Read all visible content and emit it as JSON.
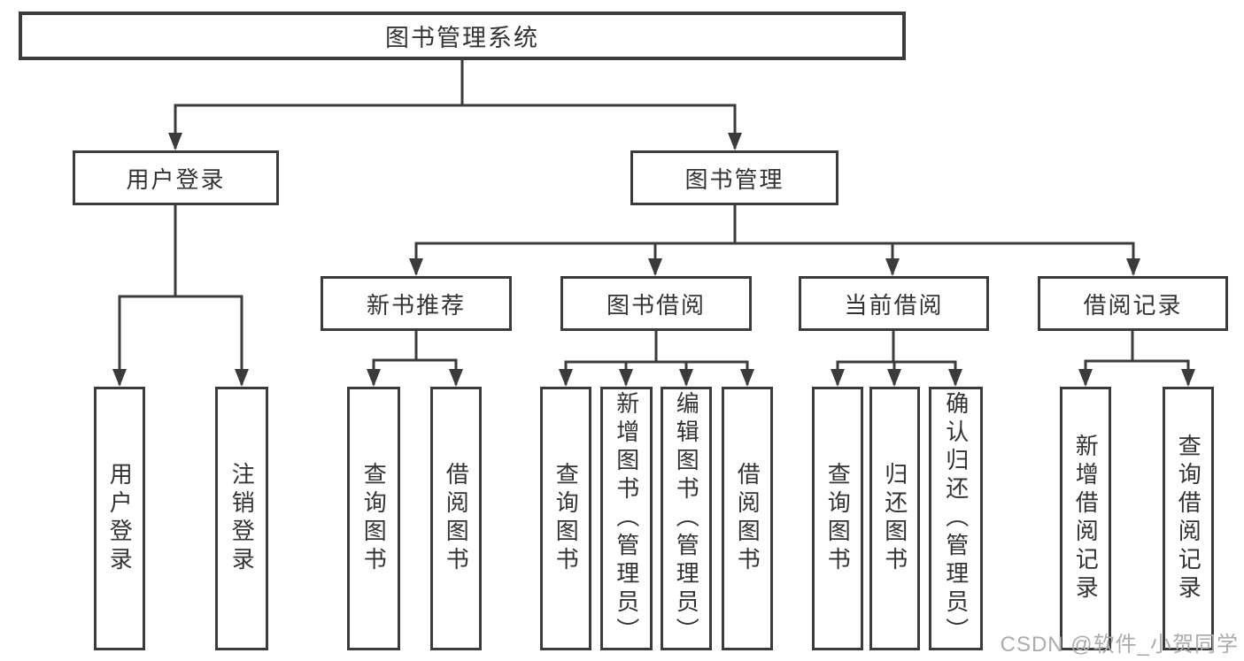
{
  "tree": {
    "root": {
      "label": "图书管理系统",
      "children": [
        {
          "label": "用户登录",
          "children": [
            {
              "label": "用户登录"
            },
            {
              "label": "注销登录"
            }
          ]
        },
        {
          "label": "图书管理",
          "children": [
            {
              "label": "新书推荐",
              "children": [
                {
                  "label": "查询图书"
                },
                {
                  "label": "借阅图书"
                }
              ]
            },
            {
              "label": "图书借阅",
              "children": [
                {
                  "label": "查询图书"
                },
                {
                  "label": "新增图书（管理员）"
                },
                {
                  "label": "编辑图书（管理员）"
                },
                {
                  "label": "借阅图书"
                }
              ]
            },
            {
              "label": "当前借阅",
              "children": [
                {
                  "label": "查询图书"
                },
                {
                  "label": "归还图书"
                },
                {
                  "label": "确认归还（管理员）"
                }
              ]
            },
            {
              "label": "借阅记录",
              "children": [
                {
                  "label": "新增借阅记录"
                },
                {
                  "label": "查询借阅记录"
                }
              ]
            }
          ]
        }
      ]
    }
  },
  "watermark": {
    "text": "CSDN @软件_小贺同学"
  },
  "colors": {
    "border": "#3b3b3b",
    "line": "#3b3b3b",
    "text": "#333333",
    "background": "#ffffff",
    "watermark": "#ababab"
  }
}
